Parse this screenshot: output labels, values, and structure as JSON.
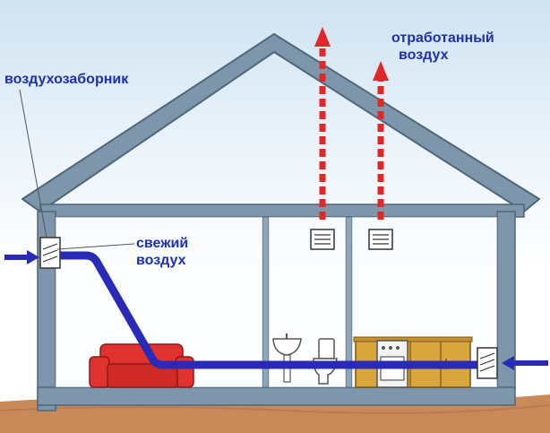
{
  "labels": {
    "intake": "воздухозаборник",
    "fresh_air": [
      "свежий",
      "воздух"
    ],
    "exhaust_air": [
      "отработанный",
      "воздух"
    ]
  },
  "colors": {
    "fresh_air": "#2a2ab8",
    "exhaust_air": "#e02828",
    "walls": "#7d96ab",
    "label_text": "#1d2fb4",
    "ground": "#c98a5a",
    "sofa": "#e0322e",
    "cabinets": "#d8a63a"
  },
  "icons": [
    "intake-vent-icon",
    "outlet-vent-icon",
    "sofa-icon",
    "sink-icon",
    "toilet-icon",
    "kitchen-cabinet-icon",
    "stove-icon"
  ]
}
